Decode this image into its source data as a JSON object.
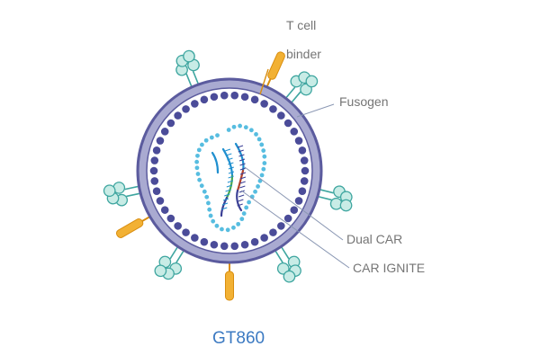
{
  "labels": {
    "tcell_line1": "T cell",
    "tcell_line2": "binder",
    "fusogen": "Fusogen",
    "dual_car": "Dual CAR",
    "car_ignite": "CAR IGNITE"
  },
  "title": "GT860",
  "colors": {
    "membrane_outer": "#5b5b9e",
    "membrane_fill": "#a9aad1",
    "lipid_bead": "#4b4c99",
    "capsid": "#57bde0",
    "rna_blue": "#1f8fcf",
    "rna_dark": "#3a3f95",
    "rna_green": "#4aa84f",
    "rna_red": "#b4432c",
    "fusogen_fill": "#c8ece6",
    "fusogen_stroke": "#3fa6a0",
    "binder": "#f2b134",
    "binder_stroke": "#d98e10",
    "pointer_line": "#8a97b3",
    "label_text": "#757575",
    "title_text": "#3c7ac2"
  },
  "icons": [
    "fusogen-glycoprotein-icon",
    "t-cell-binder-icon",
    "rna-strand-icon"
  ]
}
